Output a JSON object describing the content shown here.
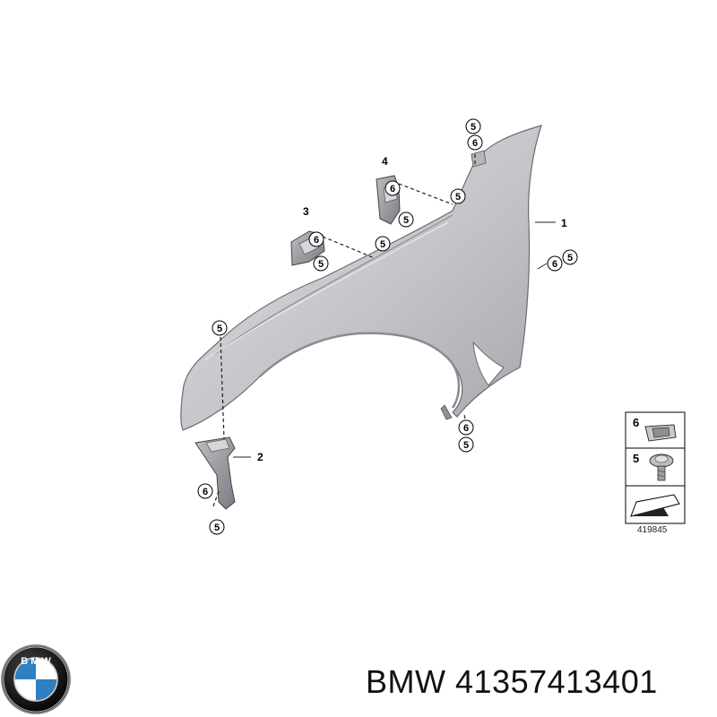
{
  "part_labels": {
    "fender": "1",
    "lower_bracket": "2",
    "mid_bracket": "3",
    "upper_bracket": "4"
  },
  "callouts": {
    "top_a": "5",
    "top_b": "6",
    "upper_right_a": "5",
    "upper_right_b": "5",
    "mid_top": "5",
    "mid_bottom": "5",
    "right_side_a": "6",
    "right_side_b": "5",
    "left_top": "5",
    "wheel_a": "6",
    "wheel_b": "5",
    "lower_a": "6",
    "lower_b": "5"
  },
  "legend": {
    "row1": "6",
    "row2": "5",
    "doc_number": "419845"
  },
  "footer": {
    "brand": "BMW",
    "part_number": "41357413401"
  },
  "colors": {
    "fender_fill": "#c7c7cb",
    "fender_dark": "#9c9ca2",
    "outline": "#555555",
    "logo_blue": "#2f7fc1",
    "logo_black": "#1a1a1a"
  }
}
